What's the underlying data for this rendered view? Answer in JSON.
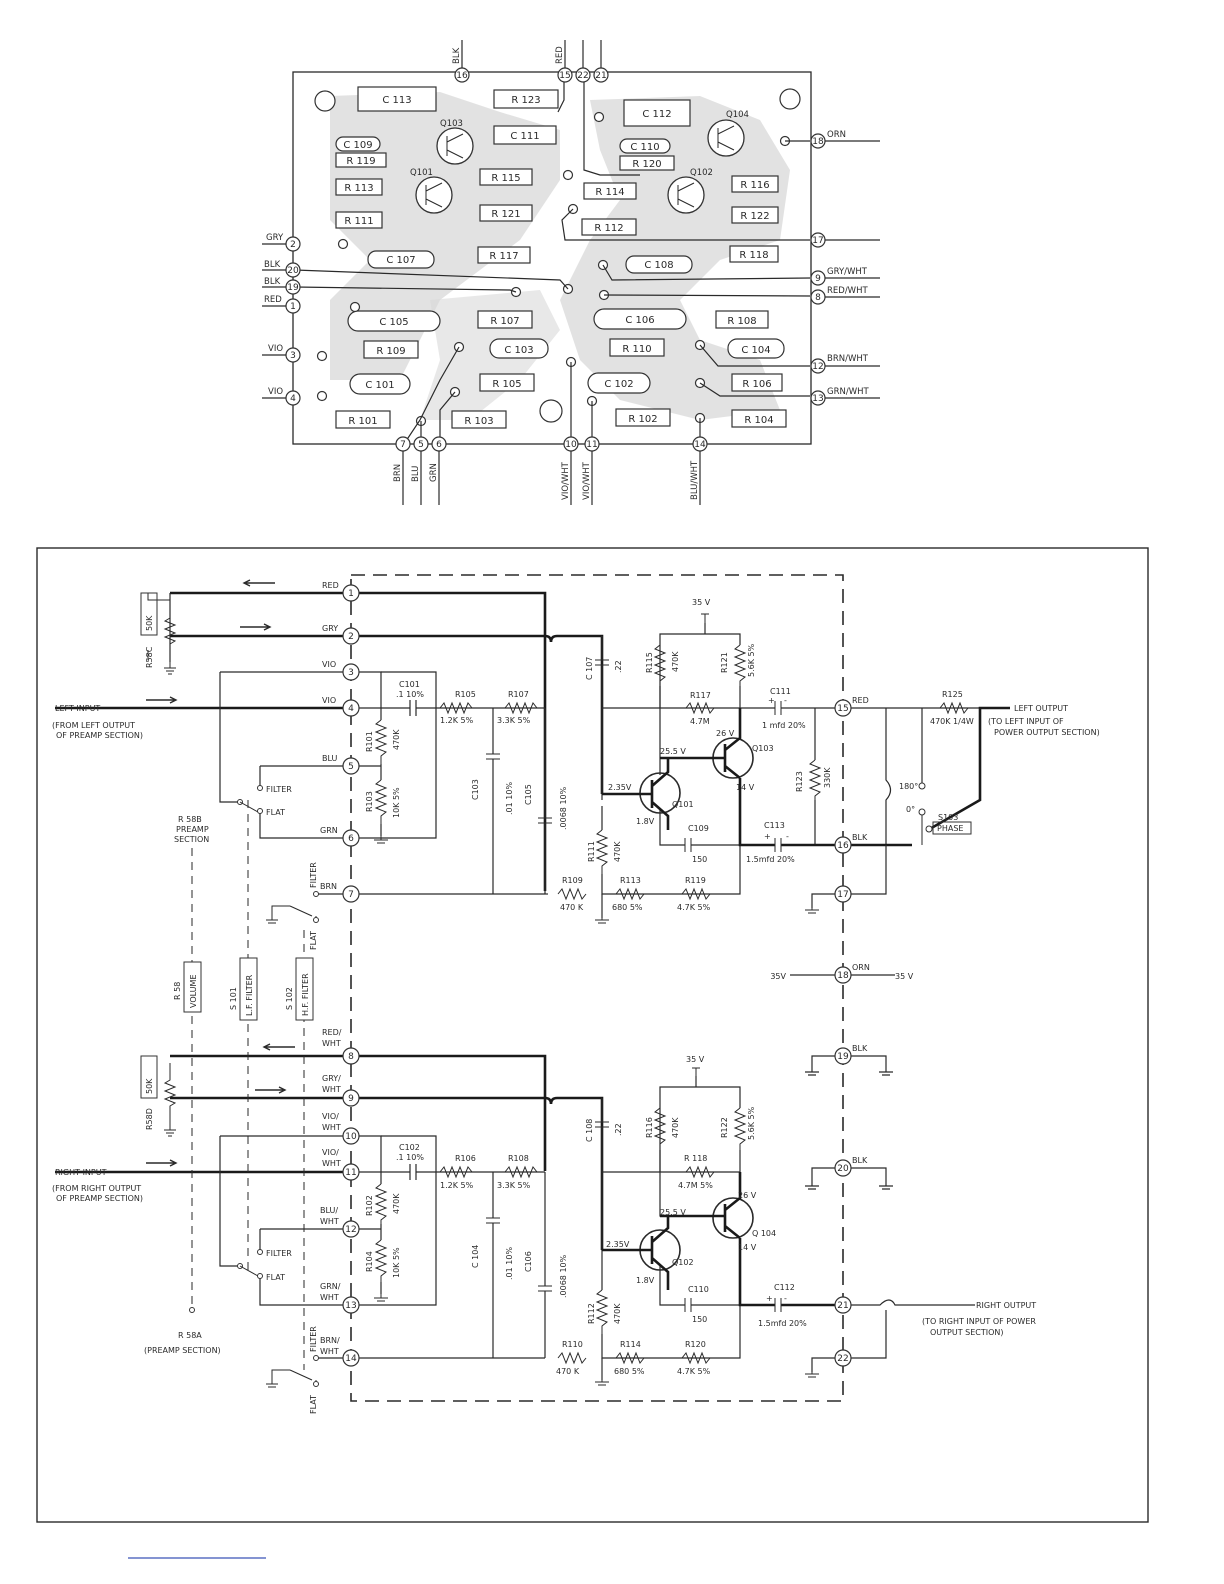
{
  "board": {
    "components": {
      "C113": "C 113",
      "R123": "R 123",
      "C112": "C 112",
      "Q103": "Q103",
      "C111": "C 111",
      "C109": "C 109",
      "R119": "R 119",
      "C110": "C 110",
      "R120": "R 120",
      "Q104": "Q104",
      "Q101": "Q101",
      "R113": "R 113",
      "R115": "R 115",
      "R114": "R 114",
      "Q102": "Q102",
      "R116": "R 116",
      "R111": "R 111",
      "R121": "R 121",
      "R112": "R 112",
      "R122": "R 122",
      "C107": "C 107",
      "R117": "R 117",
      "C108": "C 108",
      "R118": "R 118",
      "C105": "C 105",
      "R107": "R 107",
      "C106": "C 106",
      "R108": "R 108",
      "R109": "R 109",
      "C103": "C 103",
      "R110": "R 110",
      "C104": "C 104",
      "C101": "C 101",
      "R105": "R 105",
      "C102": "C 102",
      "R106": "R 106",
      "R101": "R 101",
      "R103": "R 103",
      "R102": "R 102",
      "R104": "R 104"
    },
    "terminals": {
      "t1": "1",
      "t2": "2",
      "t3": "3",
      "t4": "4",
      "t5": "5",
      "t6": "6",
      "t7": "7",
      "t8": "8",
      "t9": "9",
      "t10": "10",
      "t11": "11",
      "t12": "12",
      "t13": "13",
      "t14": "14",
      "t15": "15",
      "t16": "16",
      "t17": "17",
      "t18": "18",
      "t19": "19",
      "t20": "20",
      "t21": "21",
      "t22": "22"
    },
    "wires": {
      "BLK_top": "BLK",
      "RED_top": "RED",
      "ORN": "ORN",
      "GRY": "GRY",
      "BLK20": "BLK",
      "BLK19": "BLK",
      "RED1": "RED",
      "VIO3": "VIO",
      "VIO4": "VIO",
      "GRY_WHT": "GRY/WHT",
      "RED_WHT": "RED/WHT",
      "BRN_WHT": "BRN/WHT",
      "GRN_WHT": "GRN/WHT",
      "BRN": "BRN",
      "BLU": "BLU",
      "GRN": "GRN",
      "VIO_WHT10": "VIO/WHT",
      "VIO_WHT11": "VIO/WHT",
      "BLU_WHT": "BLU/WHT"
    }
  },
  "schematic": {
    "wires": {
      "RED": "RED",
      "GRY": "GRY",
      "VIO3": "VIO",
      "VIO4": "VIO",
      "BLU": "BLU",
      "GRN": "GRN",
      "BRN": "BRN",
      "RED_WHT_1": "RED/",
      "RED_WHT_2": "WHT",
      "GRY_WHT_1": "GRY/",
      "GRY_WHT_2": "WHT",
      "VIO_WHT10_1": "VIO/",
      "VIO_WHT10_2": "WHT",
      "VIO_WHT11_1": "VIO/",
      "VIO_WHT11_2": "WHT",
      "BLU_WHT_1": "BLU/",
      "BLU_WHT_2": "WHT",
      "GRN_WHT_1": "GRN/",
      "GRN_WHT_2": "WHT",
      "BRN_WHT_1": "BRN/",
      "BRN_WHT_2": "WHT",
      "RED15": "RED",
      "BLK16": "BLK",
      "ORN18": "ORN",
      "BLK19": "BLK",
      "BLK20": "BLK"
    },
    "left_input": "LEFT INPUT",
    "left_input_note_1": "(FROM LEFT OUTPUT",
    "left_input_note_2": "OF PREAMP SECTION)",
    "right_input": "RIGHT INPUT",
    "right_input_note_1": "(FROM RIGHT OUTPUT",
    "right_input_note_2": "OF PREAMP SECTION)",
    "left_output": "LEFT OUTPUT",
    "left_output_note_1": "(TO LEFT INPUT OF",
    "left_output_note_2": "POWER OUTPUT SECTION)",
    "right_output": "RIGHT OUTPUT",
    "right_output_note_1": "(TO RIGHT INPUT OF POWER",
    "right_output_note_2": "OUTPUT SECTION)",
    "r58c": "R58C",
    "r58c_val": "50K",
    "r58d": "R58D",
    "r58d_val": "50K",
    "r58b_1": "R 58B",
    "r58b_2": "PREAMP",
    "r58b_3": "SECTION",
    "r58a_1": "R 58A",
    "r58a_2": "(PREAMP SECTION)",
    "r58": "R 58",
    "volume": "VOLUME",
    "s101": "S 101",
    "lf_filter": "L.F. FILTER",
    "s102": "S 102",
    "hf_filter": "H.F. FILTER",
    "filter": "FILTER",
    "flat": "FLAT",
    "v35": "35 V",
    "v35b": "35V",
    "v25_5": "25.5 V",
    "v26": "26 V",
    "v2_35": "2.35V",
    "v1_8": "1.8V",
    "v14": "14 V",
    "C101": "C101",
    "C101_val": ".1 10%",
    "C102": "C102",
    "C102_val": ".1 10%",
    "R105": "R105",
    "R105_val": "1.2K 5%",
    "R106": "R106",
    "R106_val": "1.2K 5%",
    "R107": "R107",
    "R107_val": "3.3K 5%",
    "R108": "R108",
    "R108_val": "3.3K 5%",
    "C107": "C 107",
    "C107_val": ".22",
    "C108": "C 108",
    "C108_val": ".22",
    "R101": "R101",
    "R101_val": "470K",
    "R102": "R102",
    "R102_val": "470K",
    "R103": "R103",
    "R103_val": "10K 5%",
    "R104": "R104",
    "R104_val": "10K 5%",
    "C103": "C103",
    "C103_val": ".01 10%",
    "C104": "C 104",
    "C104_val": ".01 10%",
    "C105": "C105",
    "C105_val": ".0068 10%",
    "C106": "C106",
    "C106_val": ".0068 10%",
    "R109": "R109",
    "R109_val": "470 K",
    "R110": "R110",
    "R110_val": "470 K",
    "R111": "R111",
    "R111_val": "470K",
    "R112": "R112",
    "R112_val": "470K",
    "R113": "R113",
    "R113_val": "680 5%",
    "R114": "R114",
    "R114_val": "680 5%",
    "R115": "R115",
    "R115_val": "470K",
    "R116": "R116",
    "R116_val": "470K",
    "R117": "R117",
    "R117_val": "4.7M",
    "R118": "R 118",
    "R118_val": "4.7M 5%",
    "R119": "R119",
    "R119_val": "4.7K 5%",
    "R120": "R120",
    "R120_val": "4.7K 5%",
    "R121": "R121",
    "R121_val": "5.6K 5%",
    "R122": "R122",
    "R122_val": "5.6K 5%",
    "C109": "C109",
    "C109_val": "150",
    "C110": "C110",
    "C110_val": "150",
    "C111": "C111",
    "C111_val": "1 mfd 20%",
    "C112": "C112",
    "C112_val": "1.5mfd 20%",
    "C113": "C113",
    "C113_val": "1.5mfd 20%",
    "R123": "R123",
    "R123_val": "330K",
    "R125": "R125",
    "R125_val": "470K 1/4W",
    "Q101": "Q101",
    "Q102": "Q102",
    "Q103": "Q103",
    "Q104": "Q 104",
    "deg180": "180°",
    "deg0": "0°",
    "s103": "S103",
    "phase": "PHASE",
    "plus": "+",
    "minus": "-"
  }
}
